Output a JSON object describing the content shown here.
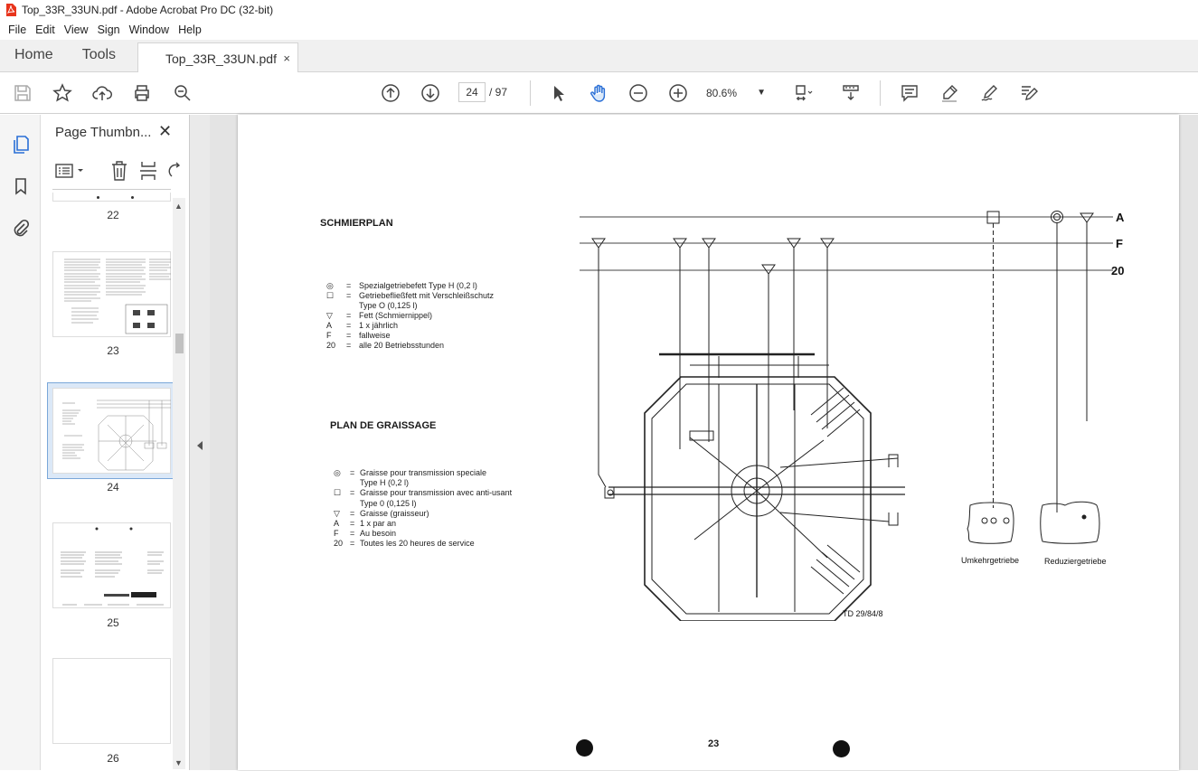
{
  "window": {
    "title": "Top_33R_33UN.pdf - Adobe Acrobat Pro DC (32-bit)"
  },
  "menu": [
    "File",
    "Edit",
    "View",
    "Sign",
    "Window",
    "Help"
  ],
  "tabs": {
    "home": "Home",
    "tools": "Tools",
    "document": "Top_33R_33UN.pdf",
    "close": "×"
  },
  "toolbar": {
    "page_current": "24",
    "page_total": "/ 97",
    "zoom": "80.6%"
  },
  "panel": {
    "title": "Page Thumbn...",
    "close": "✕",
    "thumb_labels": [
      "22",
      "23",
      "24",
      "25",
      "26"
    ]
  },
  "page": {
    "heading_de": "SCHMIERPLAN",
    "legend_de": [
      {
        "sym": "◎",
        "eq": "=",
        "text": "Spezialgetriebefett Type H (0,2 l)"
      },
      {
        "sym": "☐",
        "eq": "=",
        "text": "Getriebefließfett mit   Verschleißschutz"
      },
      {
        "sym": "",
        "eq": "",
        "text": "Type O (0,125 l)"
      },
      {
        "sym": "▽",
        "eq": "=",
        "text": "Fett (Schmiernippel)"
      },
      {
        "sym": "A",
        "eq": "=",
        "text": "1 x jährlich"
      },
      {
        "sym": "F",
        "eq": "=",
        "text": "fallweise"
      },
      {
        "sym": "20",
        "eq": "=",
        "text": "alle 20 Betriebsstunden"
      }
    ],
    "heading_fr": "PLAN DE GRAISSAGE",
    "legend_fr": [
      {
        "sym": "◎",
        "eq": "=",
        "text": "Graisse pour transmission speciale"
      },
      {
        "sym": "",
        "eq": "",
        "text": "Type H (0,2 l)"
      },
      {
        "sym": "☐",
        "eq": "=",
        "text": "Graisse pour transmission avec anti-usant"
      },
      {
        "sym": "",
        "eq": "",
        "text": "Type 0 (0,125 l)"
      },
      {
        "sym": "▽",
        "eq": "=",
        "text": "Graisse (graisseur)"
      },
      {
        "sym": "A",
        "eq": "=",
        "text": "1 x par an"
      },
      {
        "sym": "F",
        "eq": "=",
        "text": "Au besoin"
      },
      {
        "sym": "20",
        "eq": "=",
        "text": "Toutes les 20 heures de service"
      }
    ],
    "line_labels": [
      "A",
      "F",
      "20"
    ],
    "gear_label_1": "Umkehrgetriebe",
    "gear_label_2": "Reduziergetriebe",
    "drawing_ref": "TD 29/84/8",
    "page_number": "23"
  }
}
